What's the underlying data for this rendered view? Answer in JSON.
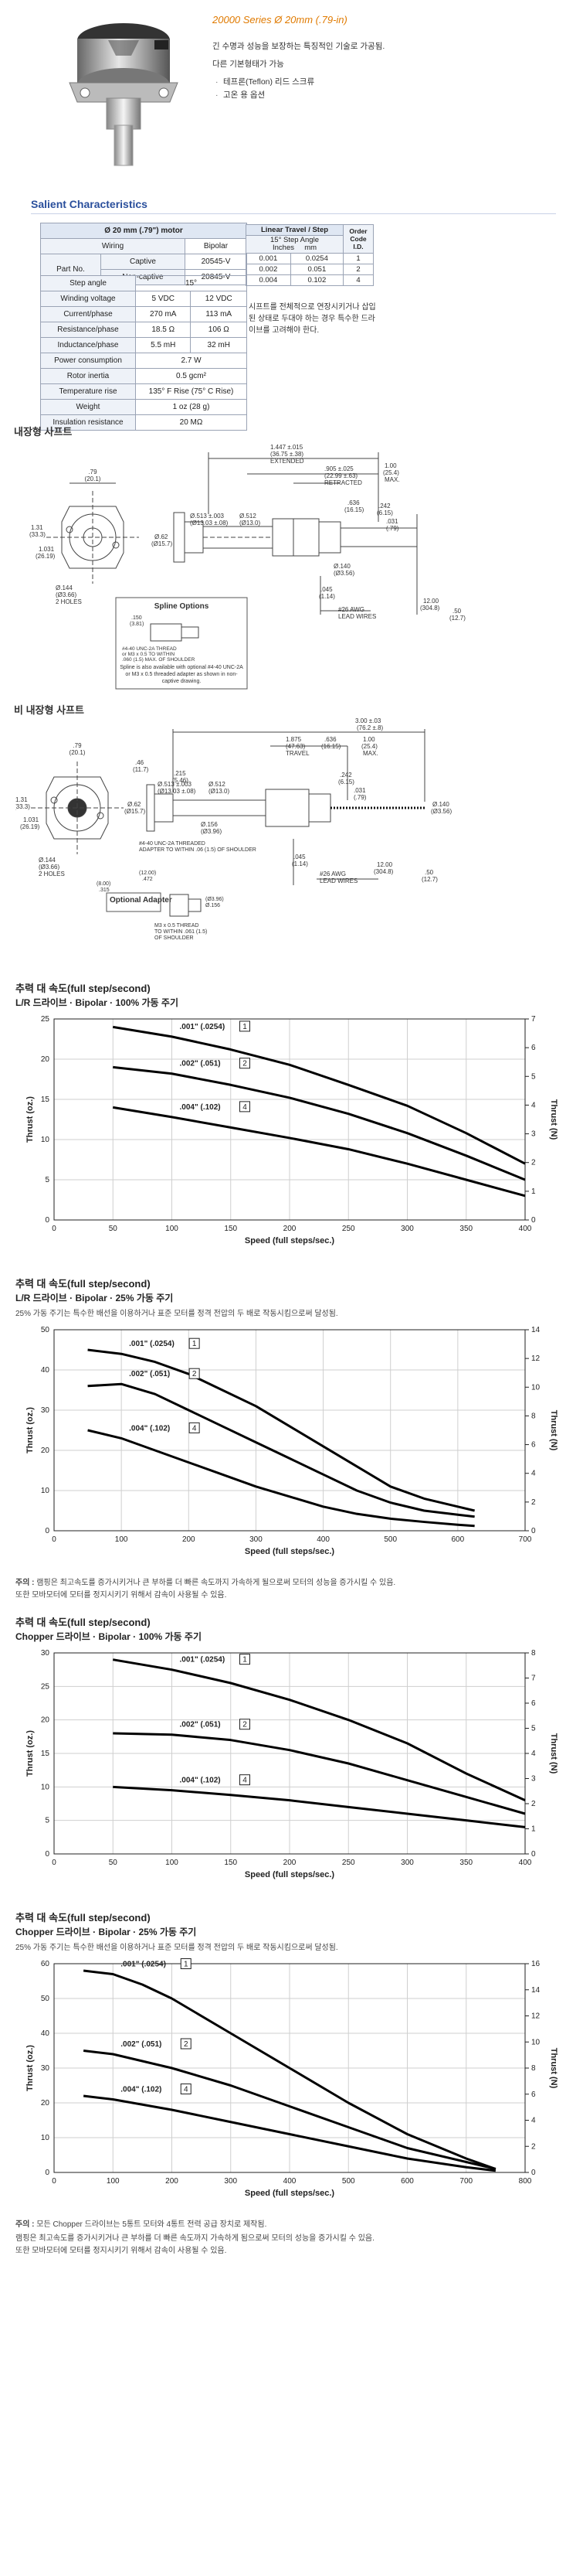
{
  "header": {
    "series_title": "20000 Series Ø 20mm (.79-in)",
    "intro_line": "긴 수명과 성능을 보장하는 특징적인 기술로 가공됨.",
    "options_title": "다른 기본형태가 가능",
    "options": [
      "테프론(Teflon) 리드 스크류",
      "고온 용 옵션"
    ]
  },
  "salient": {
    "title": "Salient Characteristics",
    "table_title": "Ø 20 mm (.79\") motor",
    "rows": [
      {
        "label": "Wiring",
        "v1": "Bipolar"
      },
      {
        "group": "Part No.",
        "label": "Captive",
        "v1": "20545-V"
      },
      {
        "label": "Non-captive",
        "v1": "20845-V"
      },
      {
        "label": "Step angle",
        "v1": "15°"
      },
      {
        "label": "Winding voltage",
        "v1": "5 VDC",
        "v2": "12 VDC"
      },
      {
        "label": "Current/phase",
        "v1": "270 mA",
        "v2": "113 mA"
      },
      {
        "label": "Resistance/phase",
        "v1": "18.5 Ω",
        "v2": "106 Ω"
      },
      {
        "label": "Inductance/phase",
        "v1": "5.5 mH",
        "v2": "32 mH"
      },
      {
        "label": "Power consumption",
        "v1": "2.7 W"
      },
      {
        "label": "Rotor inertia",
        "v1": "0.5 gcm²"
      },
      {
        "label": "Temperature rise",
        "v1": "135° F Rise (75° C Rise)"
      },
      {
        "label": "Weight",
        "v1": "1 oz (28 g)"
      },
      {
        "label": "Insulation resistance",
        "v1": "20 MΩ"
      }
    ]
  },
  "linear": {
    "title": "Linear Travel / Step",
    "step_angle": "15° Step Angle",
    "col_in": "Inches",
    "col_mm": "mm",
    "col_code": "Order Code I.D.",
    "rows": [
      {
        "in": "0.001",
        "mm": "0.0254",
        "code": "1"
      },
      {
        "in": "0.002",
        "mm": "0.051",
        "code": "2"
      },
      {
        "in": "0.004",
        "mm": "0.102",
        "code": "4"
      }
    ],
    "note": "시프트를 전체적으로 연장시키거나 삽입된 상태로 두대야 하는 경우 특수한 드라이브를 고려해야 한다."
  },
  "drawing1": {
    "title": "내장형 사프트",
    "labels": {
      "d1": "1.447 ±.015",
      "d1mm": "(36.75 ±.38)",
      "d1b": "EXTENDED",
      "d2": ".905 ±.025",
      "d2mm": "(22.99 ±.63)",
      "d2b": "RETRACTED",
      "d3": "1.00",
      "d3mm": "(25.4)",
      "d3b": "MAX.",
      "d4": ".636",
      "d4mm": "(16.15)",
      "d5": ".242",
      "d5mm": "(6.15)",
      "d6": ".031",
      "d6mm": "(.79)",
      "d7": ".79",
      "d7mm": "(20.1)",
      "d8": "1.31",
      "d8mm": "(33.3)",
      "d9": "1.031",
      "d9mm": "(26.19)",
      "d10": "Ø.62",
      "d10mm": "(Ø15.7)",
      "d11": "Ø.513 ±.003",
      "d11mm": "(Ø13.03 ±.08)",
      "d12": "Ø.512",
      "d12mm": "(Ø13.0)",
      "d13": "Ø.140",
      "d13mm": "(Ø3.56)",
      "d14": "Ø.144",
      "d14mm": "(Ø3.66)",
      "d14b": "2 HOLES",
      "d15": ".045",
      "d15mm": "(1.14)",
      "d16": "#26 AWG",
      "d16b": "LEAD WIRES",
      "d17": "12.00",
      "d17mm": "(304.8)",
      "d18": ".50",
      "d18mm": "(12.7)",
      "spline_title": "Spline Options",
      "spline_dim": ".150",
      "spline_dimmm": "(3.81)",
      "spline_thread": "#4-40 UNC-2A THREAD",
      "spline_thread2": "or M3 x 0.5 TO WITHIN",
      "spline_thread3": ".060 (1.5) MAX. OF SHOULDER",
      "spline_note": "Spline is also available with optional #4-40 UNC-2A or M3 x 0.5 threaded adapter as shown in non-captive drawing."
    }
  },
  "drawing2": {
    "title": "비 내장형 사프트",
    "labels": {
      "d1": "3.00 ±.03",
      "d1mm": "(76.2 ±.8)",
      "d2": "1.875",
      "d2mm": "(47.63)",
      "d2b": "TRAVEL",
      "d3": ".636",
      "d3mm": "(16.15)",
      "d4": "1.00",
      "d4mm": "(25.4)",
      "d4b": "MAX.",
      "d5": ".242",
      "d5mm": "(6.15)",
      "d6": ".031",
      "d6mm": "(.79)",
      "d7": ".79",
      "d7mm": "(20.1)",
      "d8": "1.31",
      "d8mm": "(33.3)",
      "d9": "1.031",
      "d9mm": "(26.19)",
      "d10": ".46",
      "d10mm": "(11.7)",
      "d11": ".215",
      "d11mm": "(5.46)",
      "d12": "Ø.62",
      "d12mm": "(Ø15.7)",
      "d13": "Ø.513 ±.003",
      "d13mm": "(Ø13.03 ±.08)",
      "d14": "Ø.512",
      "d14mm": "(Ø13.0)",
      "d15": "Ø.156",
      "d15mm": "(Ø3.96)",
      "d16": "Ø.140",
      "d16mm": "(Ø3.56)",
      "d17": "Ø.144",
      "d17mm": "(Ø3.66)",
      "d17b": "2 HOLES",
      "d18": ".045",
      "d18mm": "(1.14)",
      "d19": "#26 AWG",
      "d19b": "LEAD WIRES",
      "d20": "12.00",
      "d20mm": "(304.8)",
      "d21": ".50",
      "d21mm": "(12.7)",
      "thread": "#4-40 UNC-2A THREADED",
      "thread2": "ADAPTER TO WITHIN .06 (1.5) OF SHOULDER",
      "adapter_title": "Optional Adapter",
      "adapter_d1": "(12.00)",
      "adapter_d1b": ".472",
      "adapter_d2": "(8.00)",
      "adapter_d2b": ".315",
      "adapter_d3": "(Ø3.96)",
      "adapter_d3b": "Ø.156",
      "adapter_thread": "M3 x 0.5 THREAD",
      "adapter_thread2": "TO WITHIN .061 (1.5)",
      "adapter_thread3": "OF SHOULDER"
    }
  },
  "charts_text": {
    "c1_title": "추력 대 속도(full step/second)",
    "c1_sub": "L/R 드라이브 · Bipolar · 100% 가동 주기",
    "c2_title": "추력 대 속도(full step/second)",
    "c2_sub": "L/R 드라이브 · Bipolar · 25% 가동 주기",
    "c2_note": "25% 가동 주기는 특수한 배선을 이용하거나 표준 모터를 정격 전압의 두 배로 작동시킴으로써 달성됨.",
    "c2_foot1_label": "주의 :",
    "c2_foot1": "램핑은 최고속도를 증가시키거나 큰 부하를 더 빠른 속도까지 가속하게 될으로써 모터의 성능을 증가시킬 수 있음.",
    "c2_foot2": "또한 모바모터에 모터를 정지시키기 위해서 감속이 사용될 수 있음.",
    "c3_title": "추력 대 속도(full step/second)",
    "c3_sub": "Chopper 드라이브 · Bipolar · 100% 가동 주기",
    "c4_title": "추력 대 속도(full step/second)",
    "c4_sub": "Chopper 드라이브 · Bipolar · 25% 가동 주기",
    "c4_note": "25% 가동 주기는 특수한 배선을 이용하거나 표준 모터를 정격 전압의 두 배로 작동시킴으로써 달성됨.",
    "c4_foot1_label": "주의 :",
    "c4_foot1": "모든 Chopper 드라이브는 5통트 모터와 4통트 전력 공급 장치로 제작됨.",
    "c4_foot2": "램핑은 최고속도를 증가시키거나 큰 부하를 더 빠른 속도까지 가속하게 됨으로써 모터의 성능을 증가시킬 수 있음.",
    "c4_foot3": "또한 모바모터에 모터를 정지시키기 위해서 감속이 사용될 수 있음."
  },
  "chart_data": [
    {
      "type": "line",
      "xlabel": "Speed (full steps/sec.)",
      "ylabel": "Thrust (oz.)",
      "y2label": "Thrust (N)",
      "xlim": [
        0,
        400
      ],
      "ylim": [
        0,
        25
      ],
      "y2lim": [
        0,
        7
      ],
      "xticks": [
        0,
        50,
        100,
        150,
        200,
        250,
        300,
        350,
        400
      ],
      "yticks": [
        0,
        5,
        10,
        15,
        20,
        25
      ],
      "y2ticks": [
        0,
        1,
        2,
        3,
        4,
        5,
        6,
        7
      ],
      "series": [
        {
          "name": ".001\" (.0254)",
          "code": "1",
          "x": [
            50,
            100,
            150,
            200,
            250,
            300,
            350,
            400
          ],
          "y": [
            24,
            22.8,
            21.2,
            19.3,
            16.8,
            14.2,
            10.8,
            7
          ]
        },
        {
          "name": ".002\" (.051)",
          "code": "2",
          "x": [
            50,
            100,
            150,
            200,
            250,
            300,
            350,
            400
          ],
          "y": [
            19,
            18.2,
            16.8,
            15.2,
            13.2,
            10.8,
            8,
            5
          ]
        },
        {
          "name": ".004\" (.102)",
          "code": "4",
          "x": [
            50,
            100,
            150,
            200,
            250,
            300,
            350,
            400
          ],
          "y": [
            14,
            12.8,
            11.5,
            10.2,
            8.8,
            7,
            5,
            3
          ]
        }
      ]
    },
    {
      "type": "line",
      "xlabel": "Speed (full steps/sec.)",
      "ylabel": "Thrust (oz.)",
      "y2label": "Thrust (N)",
      "xlim": [
        0,
        700
      ],
      "ylim": [
        0,
        50
      ],
      "y2lim": [
        0,
        14
      ],
      "xticks": [
        0,
        100,
        200,
        300,
        400,
        500,
        600,
        700
      ],
      "yticks": [
        0,
        10,
        20,
        30,
        40,
        50
      ],
      "y2ticks": [
        0,
        2,
        4,
        6,
        8,
        10,
        12,
        14
      ],
      "series": [
        {
          "name": ".001\" (.0254)",
          "code": "1",
          "x": [
            50,
            100,
            150,
            200,
            250,
            300,
            350,
            400,
            450,
            500,
            550,
            600,
            625
          ],
          "y": [
            45,
            44,
            42,
            39,
            35,
            31,
            26,
            21,
            16,
            11,
            8,
            6,
            5
          ]
        },
        {
          "name": ".002\" (.051)",
          "code": "2",
          "x": [
            50,
            100,
            150,
            200,
            250,
            300,
            350,
            400,
            450,
            500,
            550,
            600,
            625
          ],
          "y": [
            36,
            36.5,
            34,
            30,
            26,
            22,
            18,
            14,
            10,
            7,
            5,
            4,
            3.5
          ]
        },
        {
          "name": ".004\" (.102)",
          "code": "4",
          "x": [
            50,
            100,
            150,
            200,
            250,
            300,
            350,
            400,
            450,
            500,
            550,
            600,
            625
          ],
          "y": [
            25,
            23,
            20,
            17,
            14,
            11,
            8.5,
            6,
            4.2,
            3,
            2.2,
            1.5,
            1.2
          ]
        }
      ]
    },
    {
      "type": "line",
      "xlabel": "Speed (full steps/sec.)",
      "ylabel": "Thrust (oz.)",
      "y2label": "Thrust (N)",
      "xlim": [
        0,
        400
      ],
      "ylim": [
        0,
        30
      ],
      "y2lim": [
        0,
        8
      ],
      "xticks": [
        0,
        50,
        100,
        150,
        200,
        250,
        300,
        350,
        400
      ],
      "yticks": [
        0,
        5,
        10,
        15,
        20,
        25,
        30
      ],
      "y2ticks": [
        0,
        1,
        2,
        3,
        4,
        5,
        6,
        7,
        8
      ],
      "series": [
        {
          "name": ".001\" (.0254)",
          "code": "1",
          "x": [
            50,
            100,
            150,
            200,
            250,
            300,
            350,
            400
          ],
          "y": [
            29,
            27.5,
            25.5,
            23,
            20,
            16.5,
            12,
            8
          ]
        },
        {
          "name": ".002\" (.051)",
          "code": "2",
          "x": [
            50,
            100,
            150,
            200,
            250,
            300,
            350,
            400
          ],
          "y": [
            18,
            17.8,
            17,
            15.5,
            13.5,
            11,
            8.5,
            6
          ]
        },
        {
          "name": ".004\" (.102)",
          "code": "4",
          "x": [
            50,
            100,
            150,
            200,
            250,
            300,
            350,
            400
          ],
          "y": [
            10,
            9.5,
            8.8,
            8,
            7,
            6,
            5,
            4
          ]
        }
      ]
    },
    {
      "type": "line",
      "xlabel": "Speed (full steps/sec.)",
      "ylabel": "Thrust (oz.)",
      "y2label": "Thrust (N)",
      "xlim": [
        0,
        800
      ],
      "ylim": [
        0,
        60
      ],
      "y2lim": [
        0,
        16
      ],
      "xticks": [
        0,
        100,
        200,
        300,
        400,
        500,
        600,
        700,
        800
      ],
      "yticks": [
        0,
        10,
        20,
        30,
        40,
        50,
        60
      ],
      "y2ticks": [
        0,
        2,
        4,
        6,
        8,
        10,
        12,
        14,
        16
      ],
      "series": [
        {
          "name": ".001\" (.0254)",
          "code": "1",
          "x": [
            50,
            100,
            150,
            200,
            300,
            400,
            500,
            600,
            700,
            750
          ],
          "y": [
            58,
            57,
            54,
            50,
            40,
            30,
            20,
            11,
            4,
            1
          ]
        },
        {
          "name": ".002\" (.051)",
          "code": "2",
          "x": [
            50,
            100,
            150,
            200,
            300,
            400,
            500,
            600,
            700,
            750
          ],
          "y": [
            35,
            34,
            32,
            30,
            25,
            19,
            13,
            7,
            3,
            1
          ]
        },
        {
          "name": ".004\" (.102)",
          "code": "4",
          "x": [
            50,
            100,
            150,
            200,
            300,
            400,
            500,
            600,
            700,
            750
          ],
          "y": [
            22,
            21,
            19.5,
            18,
            14.5,
            11,
            7.5,
            4,
            1.5,
            0.5
          ]
        }
      ]
    }
  ]
}
